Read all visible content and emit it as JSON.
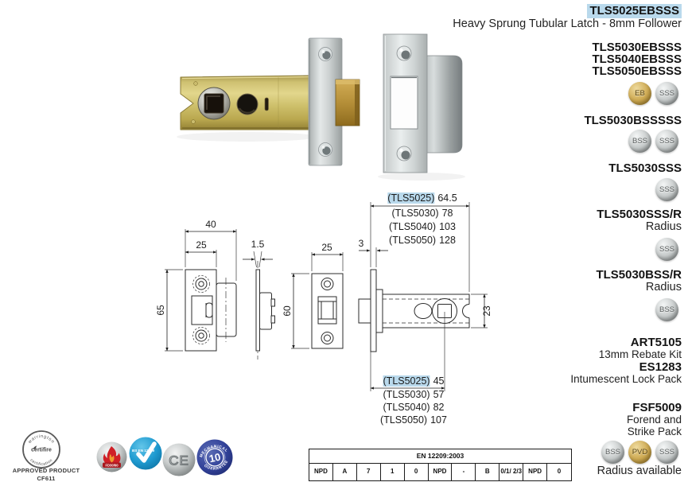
{
  "header": {
    "code": "TLS5025EBSSS",
    "title": "Heavy Sprung Tubular Latch - 8mm Follower"
  },
  "variants": {
    "group1": [
      "TLS5030EBSSS",
      "TLS5040EBSSS",
      "TLS5050EBSSS"
    ],
    "group1_badges": [
      "EB",
      "SSS"
    ],
    "group2": "TLS5030BSSSSS",
    "group2_badges": [
      "BSS",
      "SSS"
    ],
    "group3": "TLS5030SSS",
    "group3_badges": [
      "SSS"
    ],
    "group4": "TLS5030SSS/R",
    "group4_note": "Radius",
    "group4_badges": [
      "SSS"
    ],
    "group5": "TLS5030BSS/R",
    "group5_note": "Radius",
    "group5_badges": [
      "BSS"
    ]
  },
  "accessories": {
    "item1_code": "ART5105",
    "item1_desc": "13mm Rebate Kit",
    "item2_code": "ES1283",
    "item2_desc": "Intumescent Lock Pack",
    "item3_code": "FSF5009",
    "item3_desc_line1": "Forend and",
    "item3_desc_line2": "Strike Pack",
    "finish_badges": [
      "BSS",
      "PVD",
      "SSS"
    ],
    "radius_note": "Radius available"
  },
  "drawing": {
    "dim_strike_width": "40",
    "dim_strike_inner": "25",
    "dim_strike_height": "65",
    "dim_strike_thickness": "1.5",
    "dim_forend_width": "25",
    "dim_forend_height": "60",
    "dim_faceplate_thickness": "3",
    "dim_tube_height": "23",
    "case_lengths": [
      {
        "code": "(TLS5025)",
        "value": "64.5"
      },
      {
        "code": "(TLS5030)",
        "value": "78"
      },
      {
        "code": "(TLS5040)",
        "value": "103"
      },
      {
        "code": "(TLS5050)",
        "value": "128"
      }
    ],
    "backsets": [
      {
        "code": "(TLS5025)",
        "value": "45"
      },
      {
        "code": "(TLS5030)",
        "value": "57"
      },
      {
        "code": "(TLS5040)",
        "value": "82"
      },
      {
        "code": "(TLS5050)",
        "value": "107"
      }
    ]
  },
  "certifications": {
    "certifire_arc_top": "warrington",
    "certifire_center": "certifire",
    "certifire_arc_bottom": "certification",
    "approved_line1": "APPROVED PRODUCT",
    "approved_line2": "CF611",
    "fire_rating": "FD30/60",
    "bs_standard": "BS EN 12209",
    "ce_mark": "CE",
    "guarantee_arc_top": "MECHANICAL",
    "guarantee_number": "10",
    "guarantee_arc_bottom": "GUARANTEE"
  },
  "en_table": {
    "header": "EN 12209:2003",
    "cells": [
      "NPD",
      "A",
      "7",
      "1",
      "0",
      "NPD",
      "-",
      "B",
      "0/1/ 2/3",
      "NPD",
      "0"
    ]
  },
  "colors": {
    "highlight": "#b9d9ec",
    "gold": "#c9a551",
    "silver": "#bfc3c3"
  }
}
